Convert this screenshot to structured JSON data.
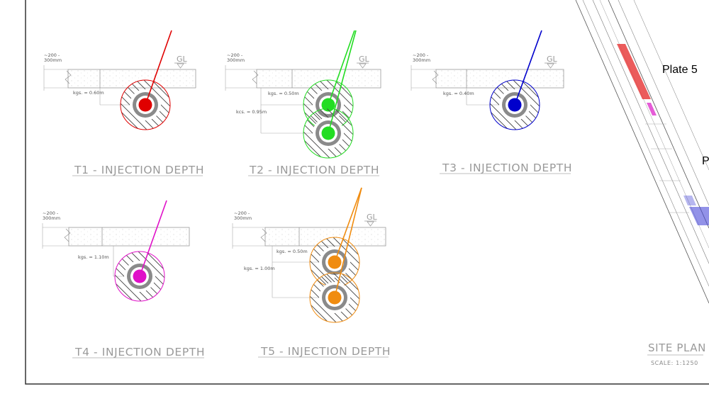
{
  "drawing": {
    "colors": {
      "T1": "#e00000",
      "T2": "#22dd22",
      "T3": "#0000cc",
      "T4": "#e010c8",
      "T5": "#f08c10",
      "frame": "#333333",
      "slab": "#aaaaaa",
      "pipe": "#8a8a8a"
    },
    "details": [
      {
        "id": "T1",
        "caption": "T1 - INJECTION DEPTH",
        "top_note_1": "~200 -",
        "top_note_2": "300mm",
        "gl_label": "GL",
        "depth_labels": [
          "kgs. = 0.60m"
        ],
        "injection_points": 1,
        "icon": "injection-point-icon"
      },
      {
        "id": "T2",
        "caption": "T2 - INJECTION DEPTH",
        "top_note_1": "~200 -",
        "top_note_2": "300mm",
        "gl_label": "GL",
        "depth_labels": [
          "kgs. = 0.50m",
          "kcs. = 0.95m"
        ],
        "injection_points": 2,
        "icon": "injection-point-icon"
      },
      {
        "id": "T3",
        "caption": "T3 - INJECTION DEPTH",
        "top_note_1": "~200 -",
        "top_note_2": "300mm",
        "gl_label": "GL",
        "depth_labels": [
          "kgs. = 0.40m"
        ],
        "injection_points": 1,
        "icon": "injection-point-icon"
      },
      {
        "id": "T4",
        "caption": "T4 - INJECTION DEPTH",
        "top_note_1": "~200 -",
        "top_note_2": "300mm",
        "gl_label": "",
        "depth_labels": [
          "kgs. = 1.10m"
        ],
        "injection_points": 1,
        "icon": "injection-point-icon"
      },
      {
        "id": "T5",
        "caption": "T5 - INJECTION DEPTH",
        "top_note_1": "~200 -",
        "top_note_2": "300mm",
        "gl_label": "GL",
        "depth_labels": [
          "kgs. = 0.50m",
          "kgs. = 1.00m"
        ],
        "injection_points": 2,
        "icon": "injection-point-icon"
      }
    ],
    "site_plan": {
      "title": "SITE PLAN",
      "scale": "SCALE: 1:1250",
      "plate_label": "Plate 5",
      "plate_partial": "P"
    }
  }
}
